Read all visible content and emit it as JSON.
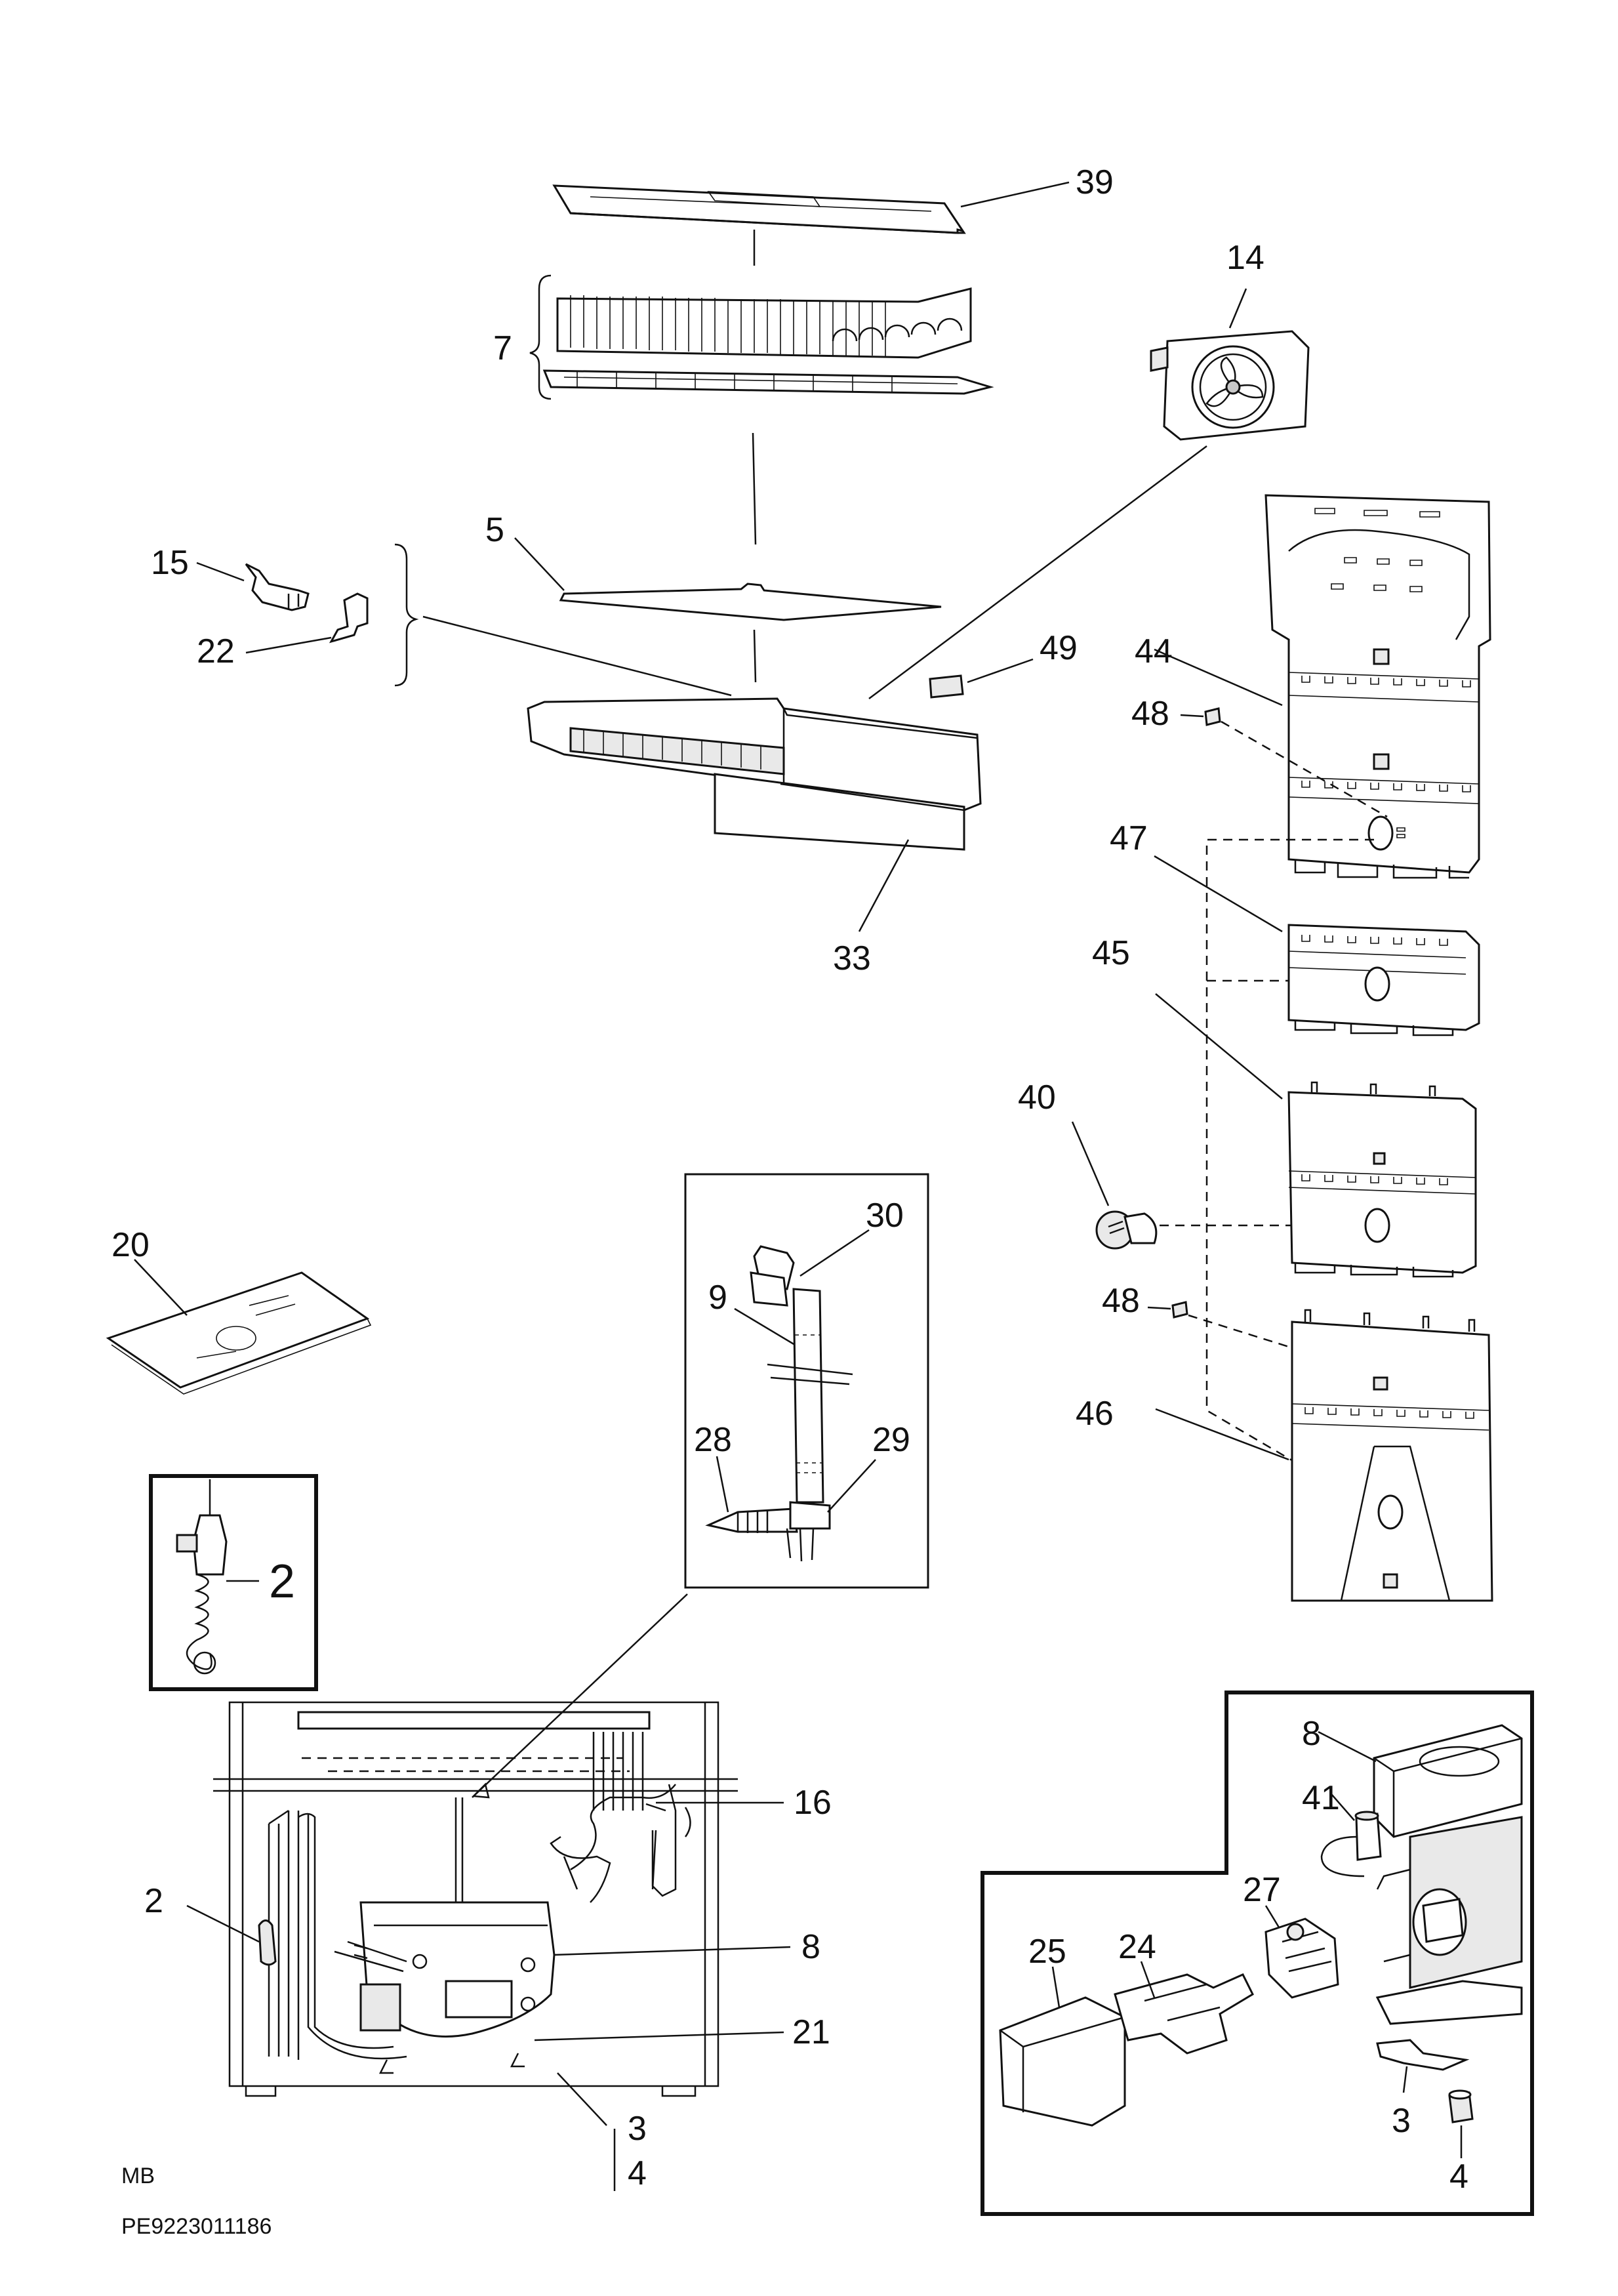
{
  "labels": {
    "p39": "39",
    "p14": "14",
    "p7": "7",
    "p5": "5",
    "p15": "15",
    "p22": "22",
    "p49": "49",
    "p44": "44",
    "p48a": "48",
    "p47": "47",
    "p33": "33",
    "p45": "45",
    "p40": "40",
    "p30": "30",
    "p9": "9",
    "p20": "20",
    "p28": "28",
    "p29": "29",
    "p48b": "48",
    "p46": "46",
    "p2_inset": "2",
    "p8_top": "8",
    "p16": "16",
    "p41": "41",
    "p2": "2",
    "p8": "8",
    "p27": "27",
    "p25": "25",
    "p24": "24",
    "p21": "21",
    "p3": "3",
    "p4": "4",
    "p3_inset": "3",
    "p4_inset": "4"
  },
  "footer": {
    "code": "MB",
    "part_number": "PE9223011186"
  }
}
